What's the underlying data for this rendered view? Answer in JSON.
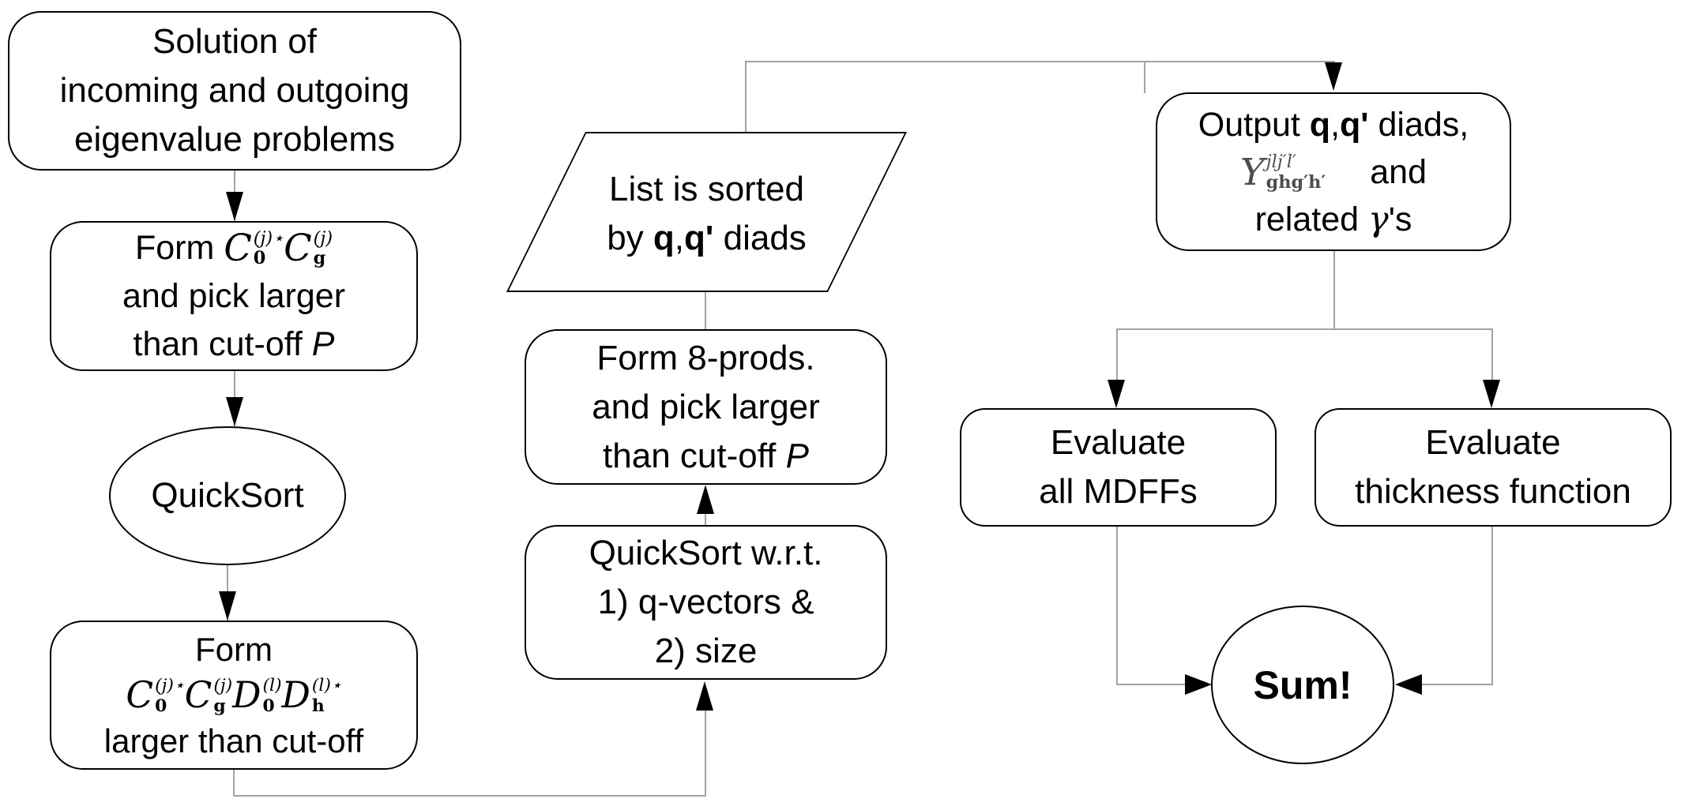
{
  "nodes": {
    "solution": {
      "lines": [
        "Solution of",
        "incoming and outgoing",
        "eigenvalue problems"
      ]
    },
    "form_c": {
      "prefix": "Form ",
      "math": [
        {
          "v": "C",
          "sup": "(j)⋆",
          "sub": "0"
        },
        {
          "v": "C",
          "sup": "(j)",
          "sub": "g"
        }
      ],
      "line2": "and pick larger",
      "line3": "than cut-off ",
      "line3_italic": "P"
    },
    "quicksort": {
      "label": "QuickSort"
    },
    "form_prod": {
      "line1": "Form",
      "math": [
        {
          "v": "C",
          "sup": "(j)⋆",
          "sub": "0"
        },
        {
          "v": "C",
          "sup": "(j)",
          "sub": "g"
        },
        {
          "v": "D",
          "sup": "(l)",
          "sub": "0"
        },
        {
          "v": "D",
          "sup": "(l)⋆",
          "sub": "h"
        }
      ],
      "line3": "larger than cut-off"
    },
    "list_sorted": {
      "line1": "List is sorted",
      "line2_prefix": "by ",
      "q1": "q",
      "comma": ",",
      "q2": "q'",
      "line2_suffix": " diads"
    },
    "form8": {
      "line1": "Form 8-prods.",
      "line2": "and pick larger",
      "line3": "than cut-off ",
      "line3_italic": "P"
    },
    "qsort_wrt": {
      "lines": [
        "QuickSort w.r.t.",
        "1) q-vectors &",
        "2) size"
      ]
    },
    "output": {
      "line1_prefix": "Output ",
      "q1": "q",
      "comma": ",",
      "q2": "q'",
      "line1_suffix": " diads,",
      "math": {
        "v": "Y",
        "sup": "jlj′l′",
        "sub": "ghg′h′"
      },
      "line2_suffix": "and",
      "line3_prefix": "related ",
      "gamma": "γ",
      "line3_suffix": "'s"
    },
    "mdff": {
      "lines": [
        "Evaluate",
        "all MDFFs"
      ]
    },
    "thickness": {
      "lines": [
        "Evaluate",
        "thickness function"
      ]
    },
    "sum": {
      "label": "Sum!"
    }
  },
  "colors": {
    "background": "#ffffff",
    "node_border": "#000000",
    "connector": "#a3a3a3",
    "arrowhead": "#000000",
    "text": "#000000",
    "math_light": "#4d4d4d"
  }
}
